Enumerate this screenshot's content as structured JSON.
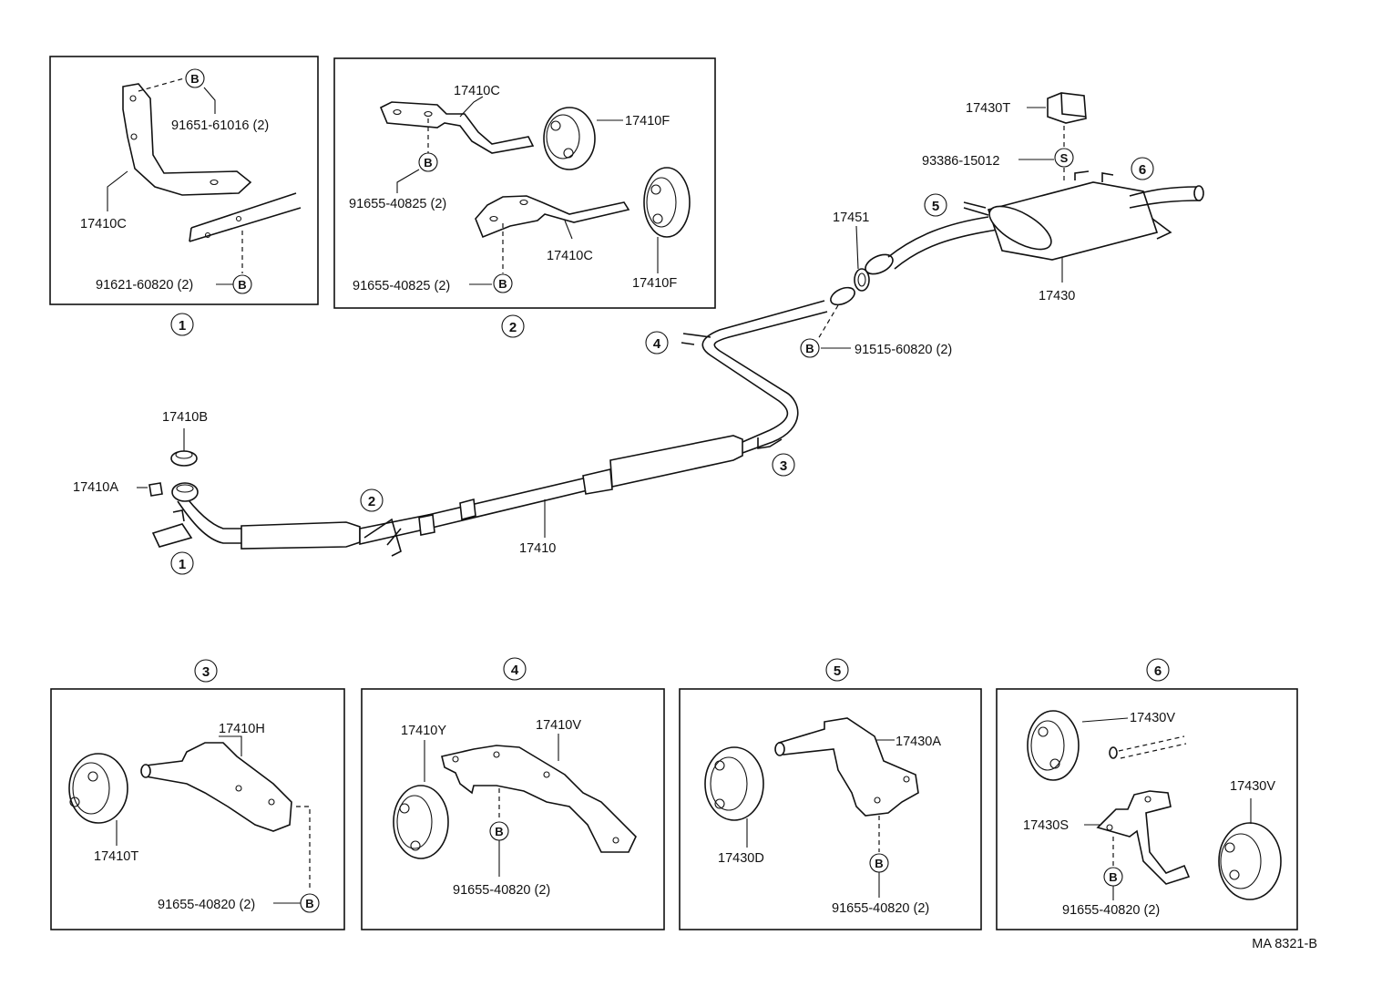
{
  "title": "",
  "drawing_code": "MA 8321-B",
  "marks": {
    "bolt": "B",
    "screw": "S"
  },
  "main": {
    "pipe_front": "17410",
    "gasket_top": "17410B",
    "nut": "17410A",
    "tail_gasket": "17451",
    "muffler": "17430",
    "muffler_top_part": "17430T",
    "muffler_screw_part": "93386-15012",
    "muffler_bolt_part": "91515-60820 (2)",
    "callouts": [
      "1",
      "2",
      "3",
      "4",
      "5",
      "6"
    ]
  },
  "insets": [
    {
      "number": "1",
      "labels": {
        "bolt_top": "91651-61016 (2)",
        "bracket": "17410C",
        "bolt_bottom": "91621-60820 (2)"
      }
    },
    {
      "number": "2",
      "labels": {
        "bracket_a": "17410C",
        "hanger_a": "17410F",
        "bolt_a": "91655-40825 (2)",
        "bracket_b": "17410C",
        "hanger_b": "17410F",
        "bolt_b": "91655-40825 (2)"
      }
    },
    {
      "number": "3",
      "labels": {
        "bracket": "17410H",
        "hanger": "17410T",
        "bolt": "91655-40820 (2)"
      }
    },
    {
      "number": "4",
      "labels": {
        "hanger": "17410Y",
        "bracket": "17410V",
        "bolt": "91655-40820 (2)"
      }
    },
    {
      "number": "5",
      "labels": {
        "bracket": "17430A",
        "hanger": "17430D",
        "bolt": "91655-40820 (2)"
      }
    },
    {
      "number": "6",
      "labels": {
        "hanger_a": "17430V",
        "bracket": "17430S",
        "hanger_b": "17430V",
        "bolt": "91655-40820 (2)"
      }
    }
  ]
}
